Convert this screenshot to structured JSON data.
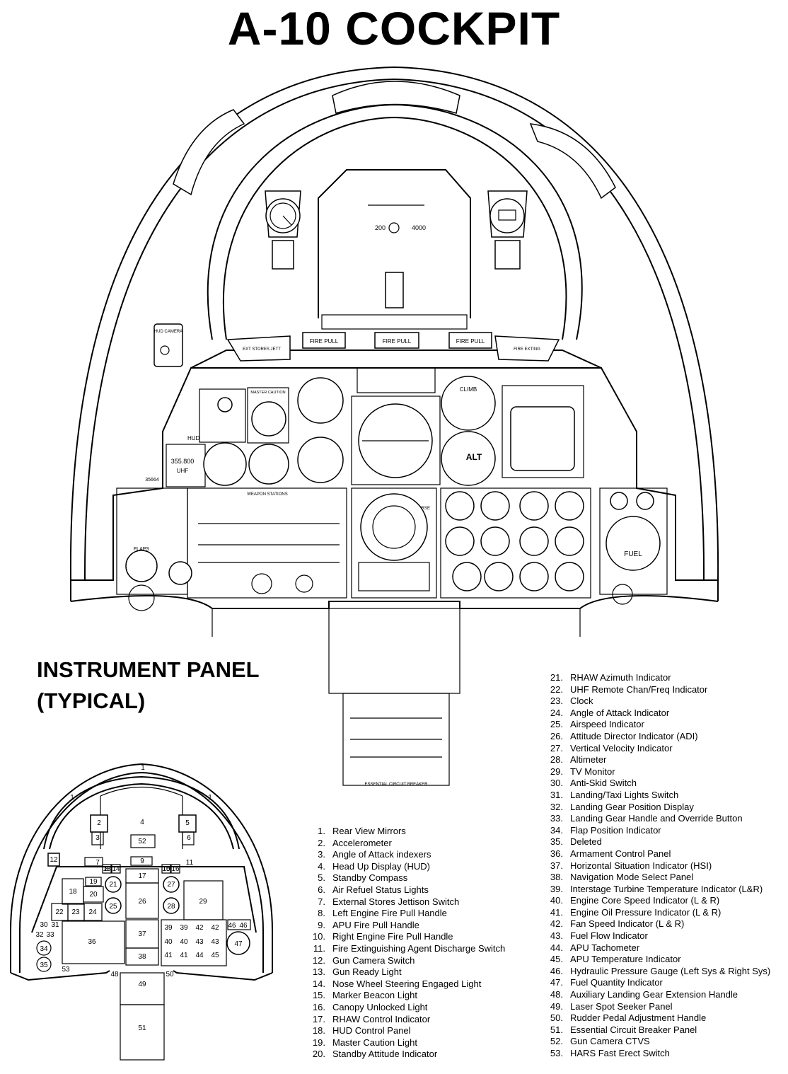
{
  "title": "A-10 COCKPIT",
  "panel_heading": {
    "line1": "INSTRUMENT PANEL",
    "line2": "(TYPICAL)"
  },
  "drawing_labels": {
    "hud_camera": "HUD CAMERA",
    "ext_stores_jett": "EXT STORES JETT",
    "fire_pull_left": "FIRE PULL",
    "fire_pull_center": "FIRE PULL",
    "fire_pull_right": "FIRE PULL",
    "fire_exting": "FIRE EXTING",
    "master_caution": "MASTER CAUTION",
    "uhf": "UHF",
    "uhf_freq": "355.800",
    "radio_call": "35664",
    "hud": "HUD",
    "climb": "CLIMB",
    "alt": "ALT",
    "flaps": "FLAPS",
    "fuel": "FUEL",
    "weapon_stations": "WEAPON STATIONS",
    "hud_speed": "200",
    "hud_alt": "4000",
    "course": "COURSE",
    "essential_cb": "ESSENTIAL CIRCUIT BREAKER"
  },
  "key_diagram": {
    "labels": [
      "1",
      "1",
      "1",
      "2",
      "3",
      "4",
      "5",
      "6",
      "7",
      "8",
      "9",
      "10",
      "11",
      "12",
      "13",
      "14",
      "15",
      "16",
      "17",
      "18",
      "19",
      "20",
      "21",
      "22",
      "23",
      "24",
      "25",
      "26",
      "27",
      "28",
      "29",
      "30",
      "31",
      "32",
      "33",
      "34",
      "35",
      "36",
      "37",
      "38",
      "39",
      "39",
      "40",
      "40",
      "41",
      "41",
      "42",
      "42",
      "43",
      "43",
      "44",
      "45",
      "46",
      "46",
      "47",
      "48",
      "49",
      "50",
      "51",
      "52",
      "53"
    ]
  },
  "legend_left": [
    {
      "num": "1.",
      "text": "Rear View Mirrors"
    },
    {
      "num": "2.",
      "text": "Accelerometer"
    },
    {
      "num": "3.",
      "text": "Angle of Attack indexers"
    },
    {
      "num": "4.",
      "text": "Head Up Display (HUD)"
    },
    {
      "num": "5.",
      "text": "Standby Compass"
    },
    {
      "num": "6.",
      "text": "Air Refuel Status Lights"
    },
    {
      "num": "7.",
      "text": "External Stores Jettison Switch"
    },
    {
      "num": "8.",
      "text": "Left Engine Fire Pull Handle"
    },
    {
      "num": "9.",
      "text": "APU Fire Pull Handle"
    },
    {
      "num": "10.",
      "text": "Right Engine Fire Pull Handle"
    },
    {
      "num": "11.",
      "text": "Fire Extinguishing Agent Discharge Switch"
    },
    {
      "num": "12.",
      "text": "Gun Camera Switch"
    },
    {
      "num": "13.",
      "text": "Gun Ready Light"
    },
    {
      "num": "14.",
      "text": "Nose Wheel Steering Engaged Light"
    },
    {
      "num": "15.",
      "text": "Marker Beacon Light"
    },
    {
      "num": "16.",
      "text": "Canopy Unlocked Light"
    },
    {
      "num": "17.",
      "text": "RHAW Control Indicator"
    },
    {
      "num": "18.",
      "text": "HUD Control Panel"
    },
    {
      "num": "19.",
      "text": "Master Caution Light"
    },
    {
      "num": "20.",
      "text": "Standby Attitude Indicator"
    }
  ],
  "legend_right": [
    {
      "num": "21.",
      "text": "RHAW Azimuth Indicator"
    },
    {
      "num": "22.",
      "text": "UHF Remote Chan/Freq Indicator"
    },
    {
      "num": "23.",
      "text": "Clock"
    },
    {
      "num": "24.",
      "text": "Angle of Attack Indicator"
    },
    {
      "num": "25.",
      "text": "Airspeed Indicator"
    },
    {
      "num": "26.",
      "text": "Attitude Director Indicator (ADI)"
    },
    {
      "num": "27.",
      "text": "Vertical Velocity Indicator"
    },
    {
      "num": "28.",
      "text": "Altimeter"
    },
    {
      "num": "29.",
      "text": "TV Monitor"
    },
    {
      "num": "30.",
      "text": "Anti-Skid Switch"
    },
    {
      "num": "31.",
      "text": "Landing/Taxi Lights Switch"
    },
    {
      "num": "32.",
      "text": "Landing Gear Position Display"
    },
    {
      "num": "33.",
      "text": "Landing Gear Handle and Override Button"
    },
    {
      "num": "34.",
      "text": "Flap Position Indicator"
    },
    {
      "num": "35.",
      "text": "Deleted"
    },
    {
      "num": "36.",
      "text": "Armament Control Panel"
    },
    {
      "num": "37.",
      "text": "Horizontal Situation Indicator (HSI)"
    },
    {
      "num": "38.",
      "text": "Navigation Mode Select Panel"
    },
    {
      "num": "39.",
      "text": "Interstage Turbine Temperature Indicator (L&R)"
    },
    {
      "num": "40.",
      "text": "Engine Core Speed Indicator (L & R)"
    },
    {
      "num": "41.",
      "text": "Engine Oil Pressure Indicator (L & R)"
    },
    {
      "num": "42.",
      "text": "Fan Speed Indicator (L & R)"
    },
    {
      "num": "43.",
      "text": "Fuel Flow Indicator"
    },
    {
      "num": "44.",
      "text": "APU Tachometer"
    },
    {
      "num": "45.",
      "text": "APU Temperature Indicator"
    },
    {
      "num": "46.",
      "text": "Hydraulic Pressure Gauge (Left Sys & Right Sys)"
    },
    {
      "num": "47.",
      "text": "Fuel Quantity Indicator"
    },
    {
      "num": "48.",
      "text": "Auxiliary Landing Gear Extension Handle"
    },
    {
      "num": "49.",
      "text": "Laser Spot Seeker Panel"
    },
    {
      "num": "50.",
      "text": "Rudder Pedal Adjustment Handle"
    },
    {
      "num": "51.",
      "text": "Essential Circuit Breaker Panel"
    },
    {
      "num": "52.",
      "text": "Gun Camera CTVS"
    },
    {
      "num": "53.",
      "text": "HARS Fast Erect Switch"
    }
  ]
}
